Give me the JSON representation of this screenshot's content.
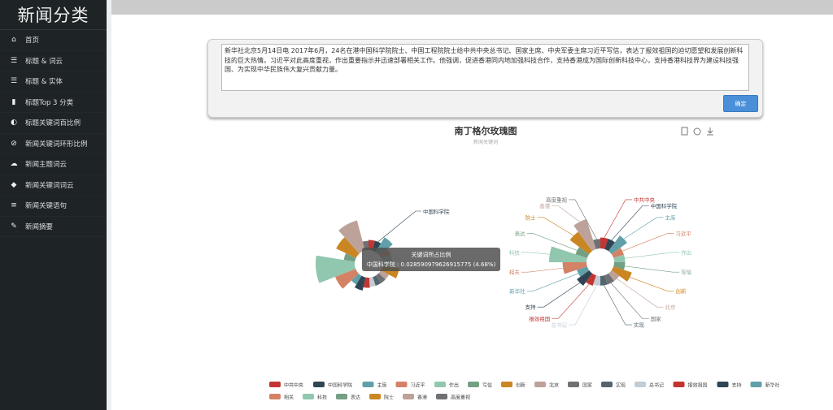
{
  "sidebar": {
    "brand": "新闻分类",
    "items": [
      {
        "label": "首页",
        "icon": "home-icon",
        "glyph": "⌂"
      },
      {
        "label": "标题 & 词云",
        "icon": "list-icon",
        "glyph": "☰"
      },
      {
        "label": "标题 & 实体",
        "icon": "list-icon",
        "glyph": "☰"
      },
      {
        "label": "标题Top 3 分类",
        "icon": "bar-chart-icon",
        "glyph": "▮"
      },
      {
        "label": "标题关键词百比例",
        "icon": "half-circle-icon",
        "glyph": "◐"
      },
      {
        "label": "新闻关键词环形比例",
        "icon": "paperclip-icon",
        "glyph": "⊘"
      },
      {
        "label": "新闻主题词云",
        "icon": "cloud-icon",
        "glyph": "☁"
      },
      {
        "label": "新闻关键词词云",
        "icon": "tags-icon",
        "glyph": "◆"
      },
      {
        "label": "新闻关键语句",
        "icon": "list-icon",
        "glyph": "≡"
      },
      {
        "label": "新闻摘要",
        "icon": "pencil-icon",
        "glyph": "✎"
      }
    ]
  },
  "input": {
    "text": "新华社北京5月14日电 2017年6月，24名在港中国科学院院士、中国工程院院士给中共中央总书记、国家主席、中央军委主席习近平写信，表达了报效祖国的迫切愿望和发展创新科技的巨大热情。习近平对此高度重视，作出重要指示并迅速部署相关工作。他强调，促进香港同内地加强科技合作，支持香港成为国际创新科技中心，支持香港科技界为建设科技强国、为实现中华民族伟大复兴贡献力量。",
    "button": "确定"
  },
  "chart_data": {
    "type": "pie",
    "subtype": "nightingale-rose",
    "title": "南丁格尔玫瑰图",
    "subtitle": "新闻关键词",
    "series_name": "关键词所占比例",
    "categories": [
      "中共中央",
      "中国科学院",
      "主席",
      "习近平",
      "作出",
      "写信",
      "创新",
      "北京",
      "国家",
      "实现",
      "总书记",
      "报效祖国",
      "支持",
      "新华社",
      "相关",
      "科技",
      "表达",
      "院士",
      "香港",
      "高度重视"
    ],
    "values": [
      0.0286,
      0.0286,
      0.0372,
      0.0286,
      0.0286,
      0.0286,
      0.0372,
      0.0272,
      0.0272,
      0.0272,
      0.0272,
      0.0286,
      0.033,
      0.0286,
      0.042,
      0.056,
      0.03,
      0.042,
      0.05,
      0.0272
    ],
    "colors": [
      "#c23531",
      "#2f4554",
      "#61a0a8",
      "#d48265",
      "#91c7ae",
      "#749f83",
      "#ca8622",
      "#bda29a",
      "#6e7074",
      "#546570",
      "#c4ccd3",
      "#c23531",
      "#2f4554",
      "#61a0a8",
      "#d48265",
      "#91c7ae",
      "#749f83",
      "#ca8622",
      "#bda29a",
      "#6e7074"
    ],
    "left_label": "中国科学院",
    "tooltip": {
      "title": "关键词所占比例",
      "text": "中国科学院 : 0.028590979626915775 (4.68%)"
    },
    "legend_position": "bottom-center",
    "toolbox": [
      "data-view-icon",
      "refresh-icon",
      "download-icon"
    ]
  }
}
